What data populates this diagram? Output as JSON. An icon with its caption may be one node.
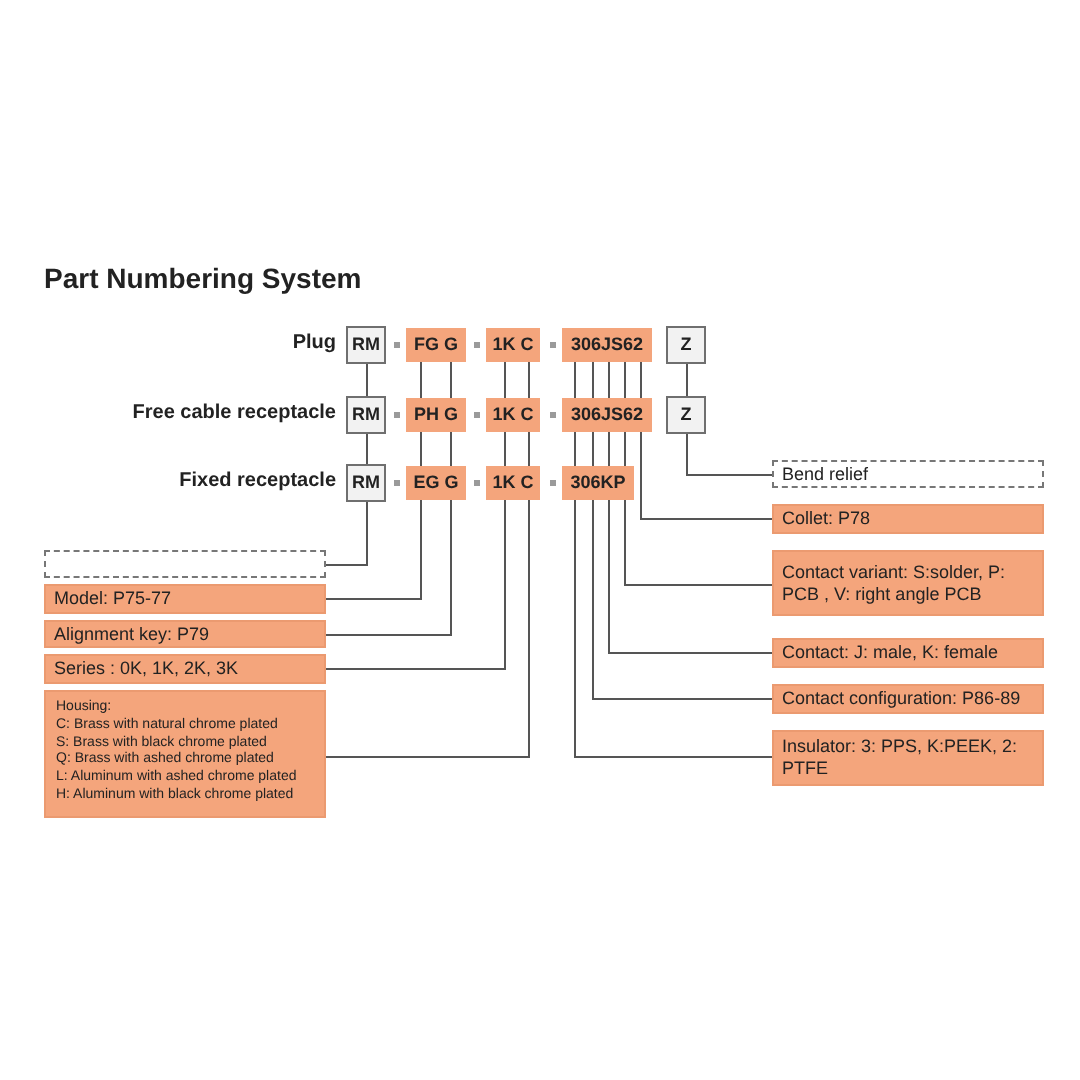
{
  "diagram": {
    "title": "Part Numbering System",
    "nodes": [
      {
        "text": [
          "RM"
        ]
      },
      {
        "text": [
          "FG G"
        ]
      },
      {
        "text": [
          "1K C"
        ]
      },
      {
        "text": [
          "306JS62"
        ]
      },
      {
        "text": [
          "Z"
        ]
      },
      {
        "text": [
          "RM"
        ]
      },
      {
        "text": [
          "PH G"
        ]
      },
      {
        "text": [
          "1K C"
        ]
      },
      {
        "text": [
          "306JS62"
        ]
      },
      {
        "text": [
          "Z"
        ]
      },
      {
        "text": [
          "RM"
        ]
      },
      {
        "text": [
          "EG G"
        ]
      },
      {
        "text": [
          "1K C"
        ]
      },
      {
        "text": [
          "306KP"
        ]
      },
      {
        "text": [],
        "shape": "box"
      },
      {
        "text": [
          "Model: P75-77"
        ]
      },
      {
        "text": [
          "Alignment key: P79"
        ]
      },
      {
        "text": [
          "Series : 0K, 1K, 2K, 3K"
        ]
      },
      {
        "text": [
          "Housing:",
          "C: Brass with natural chrome plated",
          "S: Brass with black chrome plated",
          "Q: Brass with ashed chrome plated",
          "L: Aluminum with ashed chrome plated",
          "H: Aluminum with black chrome plated"
        ]
      },
      {
        "text": [
          "Bend relief"
        ]
      },
      {
        "text": [
          "Collet: P78"
        ]
      },
      {
        "text": [
          "Contact variant: S:solder, P: PCB , V: right angle PCB"
        ]
      },
      {
        "text": [
          "Contact: J: male, K: female"
        ]
      },
      {
        "text": [
          "Contact configuration: P86-89"
        ]
      },
      {
        "text": [
          "Insulator: 3: PPS, K:PEEK, 2: PTFE"
        ]
      }
    ],
    "edges": [
      {
        "from": 0,
        "to": 5,
        "arrow": "none"
      },
      {
        "from": 5,
        "to": 10,
        "arrow": "none"
      },
      {
        "from": 10,
        "to": 14,
        "arrow": "none"
      },
      {
        "from": 1,
        "to": 6,
        "arrow": "none"
      },
      {
        "from": 6,
        "to": 11,
        "arrow": "none"
      },
      {
        "from": 11,
        "to": 15,
        "arrow": "none"
      },
      {
        "from": 1,
        "to": 6,
        "arrow": "none"
      },
      {
        "from": 6,
        "to": 11,
        "arrow": "none"
      },
      {
        "from": 11,
        "to": 16,
        "arrow": "none"
      },
      {
        "from": 2,
        "to": 7,
        "arrow": "none"
      },
      {
        "from": 7,
        "to": 12,
        "arrow": "none"
      },
      {
        "from": 12,
        "to": 17,
        "arrow": "none"
      },
      {
        "from": 2,
        "to": 7,
        "arrow": "none"
      },
      {
        "from": 7,
        "to": 12,
        "arrow": "none"
      },
      {
        "from": 12,
        "to": 18,
        "arrow": "none"
      },
      {
        "from": 3,
        "to": 8,
        "arrow": "none"
      },
      {
        "from": 8,
        "to": 13,
        "arrow": "none"
      },
      {
        "from": 13,
        "to": 24,
        "arrow": "none"
      },
      {
        "from": 3,
        "to": 8,
        "arrow": "none"
      },
      {
        "from": 8,
        "to": 13,
        "arrow": "none"
      },
      {
        "from": 13,
        "to": 23,
        "arrow": "none"
      },
      {
        "from": 3,
        "to": 8,
        "arrow": "none"
      },
      {
        "from": 8,
        "to": 13,
        "arrow": "none"
      },
      {
        "from": 13,
        "to": 22,
        "arrow": "none"
      },
      {
        "from": 3,
        "to": 8,
        "arrow": "none"
      },
      {
        "from": 8,
        "to": 13,
        "arrow": "none"
      },
      {
        "from": 13,
        "to": 21,
        "arrow": "none"
      },
      {
        "from": 3,
        "to": 8,
        "arrow": "none"
      },
      {
        "from": 8,
        "to": 20,
        "arrow": "none"
      },
      {
        "from": 4,
        "to": 9,
        "arrow": "none"
      },
      {
        "from": 9,
        "to": 19,
        "arrow": "none"
      }
    ],
    "labels": [
      "Plug",
      "Free cable receptacle",
      "Fixed receptacle"
    ]
  }
}
